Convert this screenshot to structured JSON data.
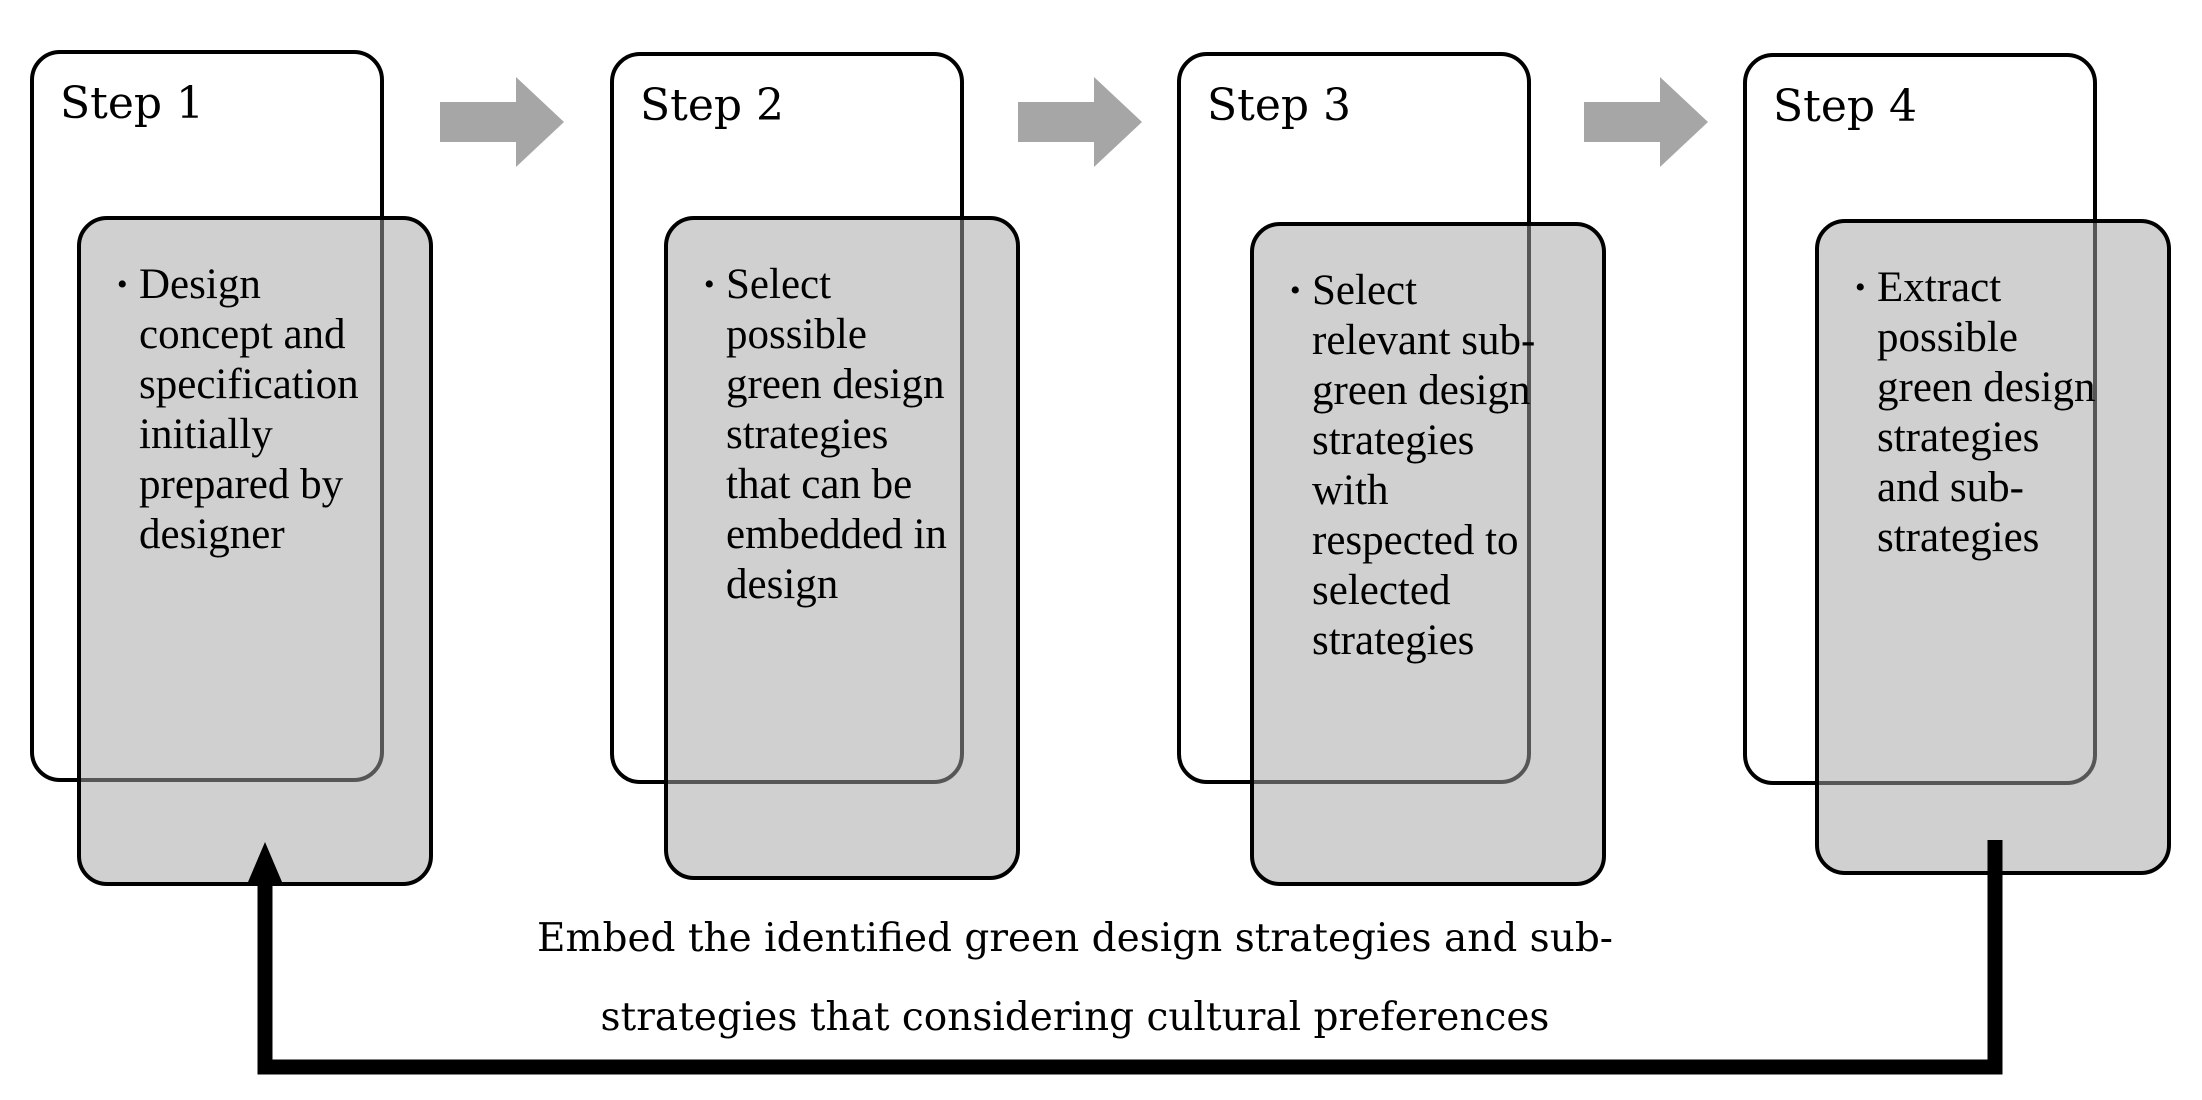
{
  "steps": [
    {
      "title": "Step 1",
      "bullet": "Design\nconcept and\nspecification\ninitially\nprepared by\ndesigner"
    },
    {
      "title": "Step 2",
      "bullet": "Select\npossible\ngreen design\nstrategies\nthat can be\nembedded in\ndesign"
    },
    {
      "title": "Step 3",
      "bullet": "Select\nrelevant sub-\ngreen design\nstrategies\nwith\nrespected to\nselected\nstrategies"
    },
    {
      "title": "Step 4",
      "bullet": "Extract\npossible\ngreen design\nstrategies\nand sub-\nstrategies"
    }
  ],
  "feedback": {
    "line1": "Embed the identified green design strategies and sub-",
    "line2": "strategies that considering cultural preferences"
  },
  "colors": {
    "step_arrow": "#a6a6a6",
    "inner_card_fill": "#a5a5a5",
    "feedback_arrow": "#000000"
  }
}
